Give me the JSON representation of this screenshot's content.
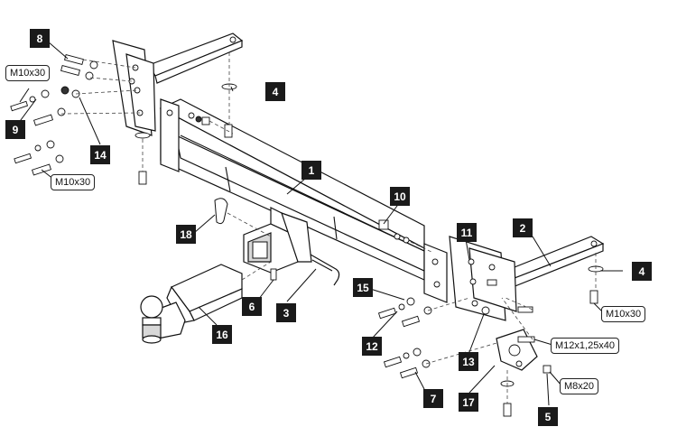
{
  "callouts": [
    {
      "id": "c1",
      "label": "1"
    },
    {
      "id": "c2",
      "label": "2"
    },
    {
      "id": "c3",
      "label": "3"
    },
    {
      "id": "c4a",
      "label": "4"
    },
    {
      "id": "c4b",
      "label": "4"
    },
    {
      "id": "c5",
      "label": "5"
    },
    {
      "id": "c6",
      "label": "6"
    },
    {
      "id": "c7",
      "label": "7"
    },
    {
      "id": "c8",
      "label": "8"
    },
    {
      "id": "c9",
      "label": "9"
    },
    {
      "id": "c10",
      "label": "10"
    },
    {
      "id": "c11",
      "label": "11"
    },
    {
      "id": "c12",
      "label": "12"
    },
    {
      "id": "c13",
      "label": "13"
    },
    {
      "id": "c14",
      "label": "14"
    },
    {
      "id": "c15",
      "label": "15"
    },
    {
      "id": "c16",
      "label": "16"
    },
    {
      "id": "c17",
      "label": "17"
    },
    {
      "id": "c18",
      "label": "18"
    }
  ],
  "specs": {
    "m10x30_topleft": "M10x30",
    "m10x30_left": "M10x30",
    "m10x30_right": "M10x30",
    "m12x125x40": "M12x1,25x40",
    "m8x20": "M8x20"
  }
}
